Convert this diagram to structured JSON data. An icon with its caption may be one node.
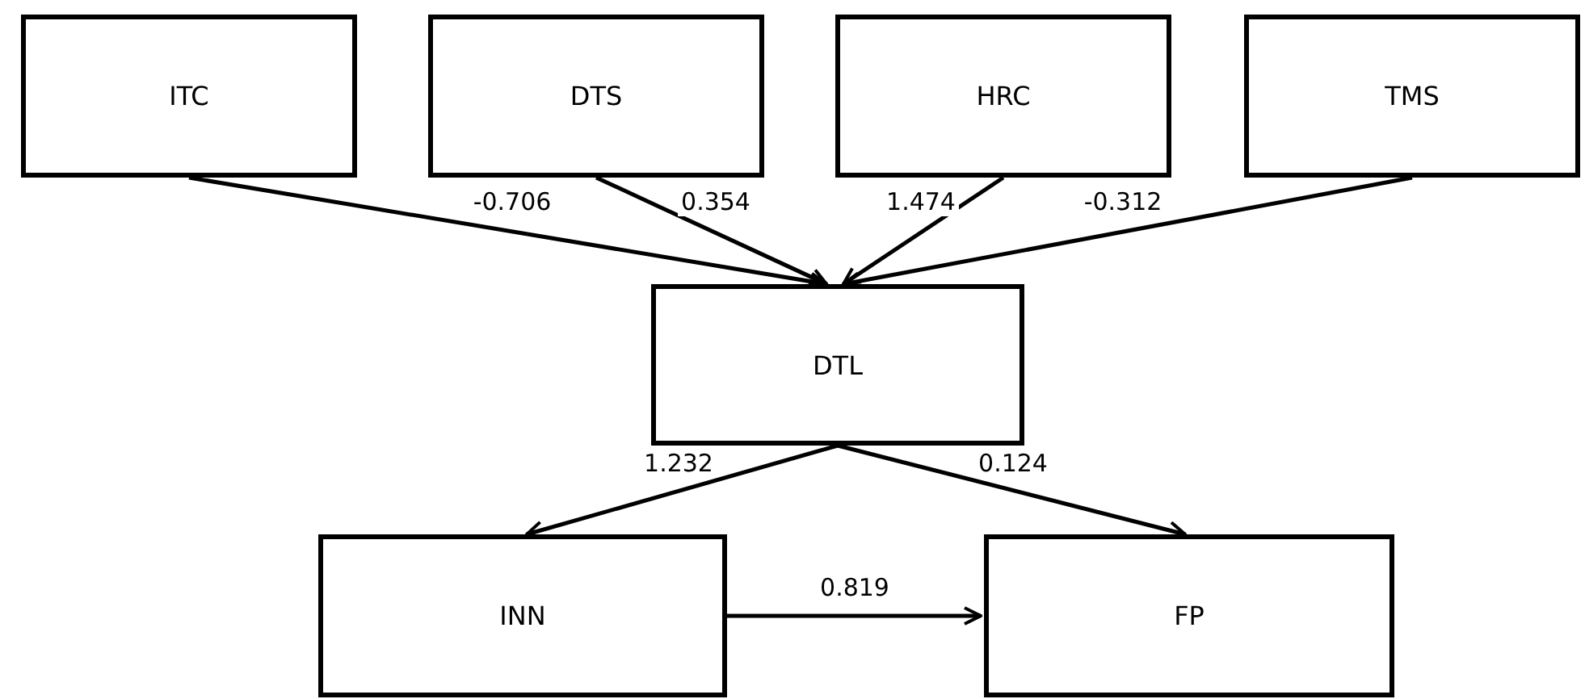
{
  "diagram": {
    "nodes": [
      {
        "text": [
          "ITC"
        ]
      },
      {
        "text": [
          "DTS"
        ]
      },
      {
        "text": [
          "HRC"
        ]
      },
      {
        "text": [
          "TMS"
        ]
      },
      {
        "text": [
          "DTL"
        ]
      },
      {
        "text": [
          "INN"
        ]
      },
      {
        "text": [
          "FP"
        ]
      }
    ],
    "edges": [
      {
        "from": 0,
        "to": 4,
        "arrow": "to",
        "label": "-0.706"
      },
      {
        "from": 1,
        "to": 4,
        "arrow": "to",
        "label": "0.354"
      },
      {
        "from": 2,
        "to": 4,
        "arrow": "to",
        "label": "1.474"
      },
      {
        "from": 3,
        "to": 4,
        "arrow": "to",
        "label": "-0.312"
      },
      {
        "from": 4,
        "to": 5,
        "arrow": "to",
        "label": "1.232"
      },
      {
        "from": 4,
        "to": 6,
        "arrow": "to",
        "label": "0.124"
      },
      {
        "from": 5,
        "to": 6,
        "arrow": "to",
        "label": "0.819"
      }
    ]
  }
}
